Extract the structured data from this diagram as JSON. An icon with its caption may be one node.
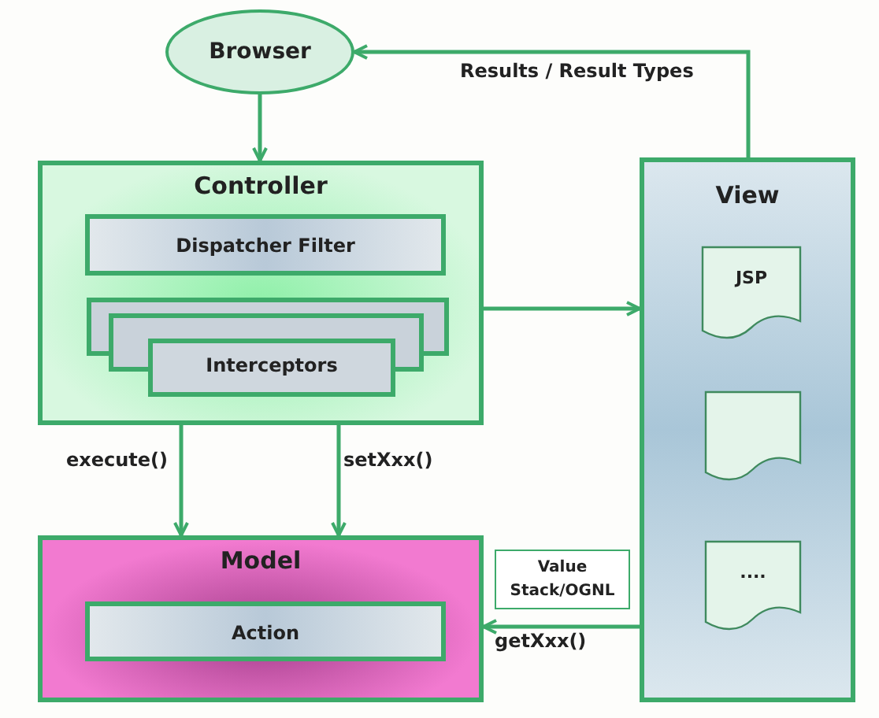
{
  "diagram": {
    "nodes": [
      {
        "text": [
          "Browser"
        ]
      },
      {
        "text": [
          "Controller"
        ]
      },
      {
        "text": [
          "Dispatcher Filter"
        ],
        "in": 1
      },
      {
        "text": [
          "Interceptors"
        ],
        "in": 1
      },
      {
        "text": [
          "View"
        ]
      },
      {
        "text": [
          "JSP"
        ],
        "in": 4
      },
      {
        "text": [],
        "in": 4,
        "shape": "document"
      },
      {
        "text": [
          "...."
        ],
        "in": 4
      },
      {
        "text": [
          "Model"
        ]
      },
      {
        "text": [
          "Action"
        ],
        "in": 8
      },
      {
        "text": [
          "Value Stack/OGNL"
        ]
      }
    ],
    "edges": [
      {
        "from": 0,
        "to": 1,
        "arrow": "to"
      },
      {
        "from": 4,
        "to": 0,
        "arrow": "to",
        "label": "Results / Result Types"
      },
      {
        "from": 1,
        "to": 4,
        "arrow": "to"
      },
      {
        "from": 1,
        "to": 8,
        "arrow": "to",
        "label": "execute()"
      },
      {
        "from": 1,
        "to": 8,
        "arrow": "to",
        "label": "setXxx()"
      },
      {
        "from": 4,
        "to": 8,
        "arrow": "to",
        "label": "getXxx()"
      }
    ]
  }
}
